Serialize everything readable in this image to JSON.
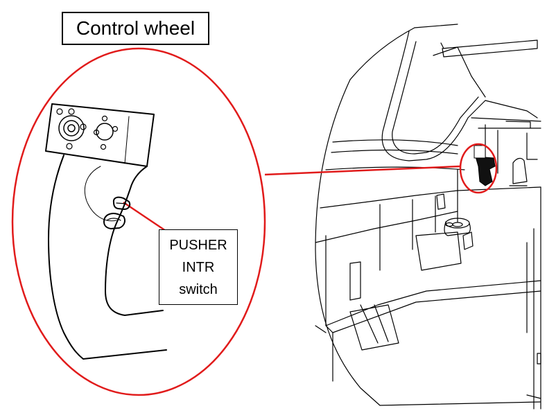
{
  "labels": {
    "title": "Control wheel",
    "callout_lines": [
      "PUSHER",
      "INTR",
      "switch"
    ]
  },
  "colors": {
    "highlight": "#e11b1b",
    "line": "#000000"
  }
}
